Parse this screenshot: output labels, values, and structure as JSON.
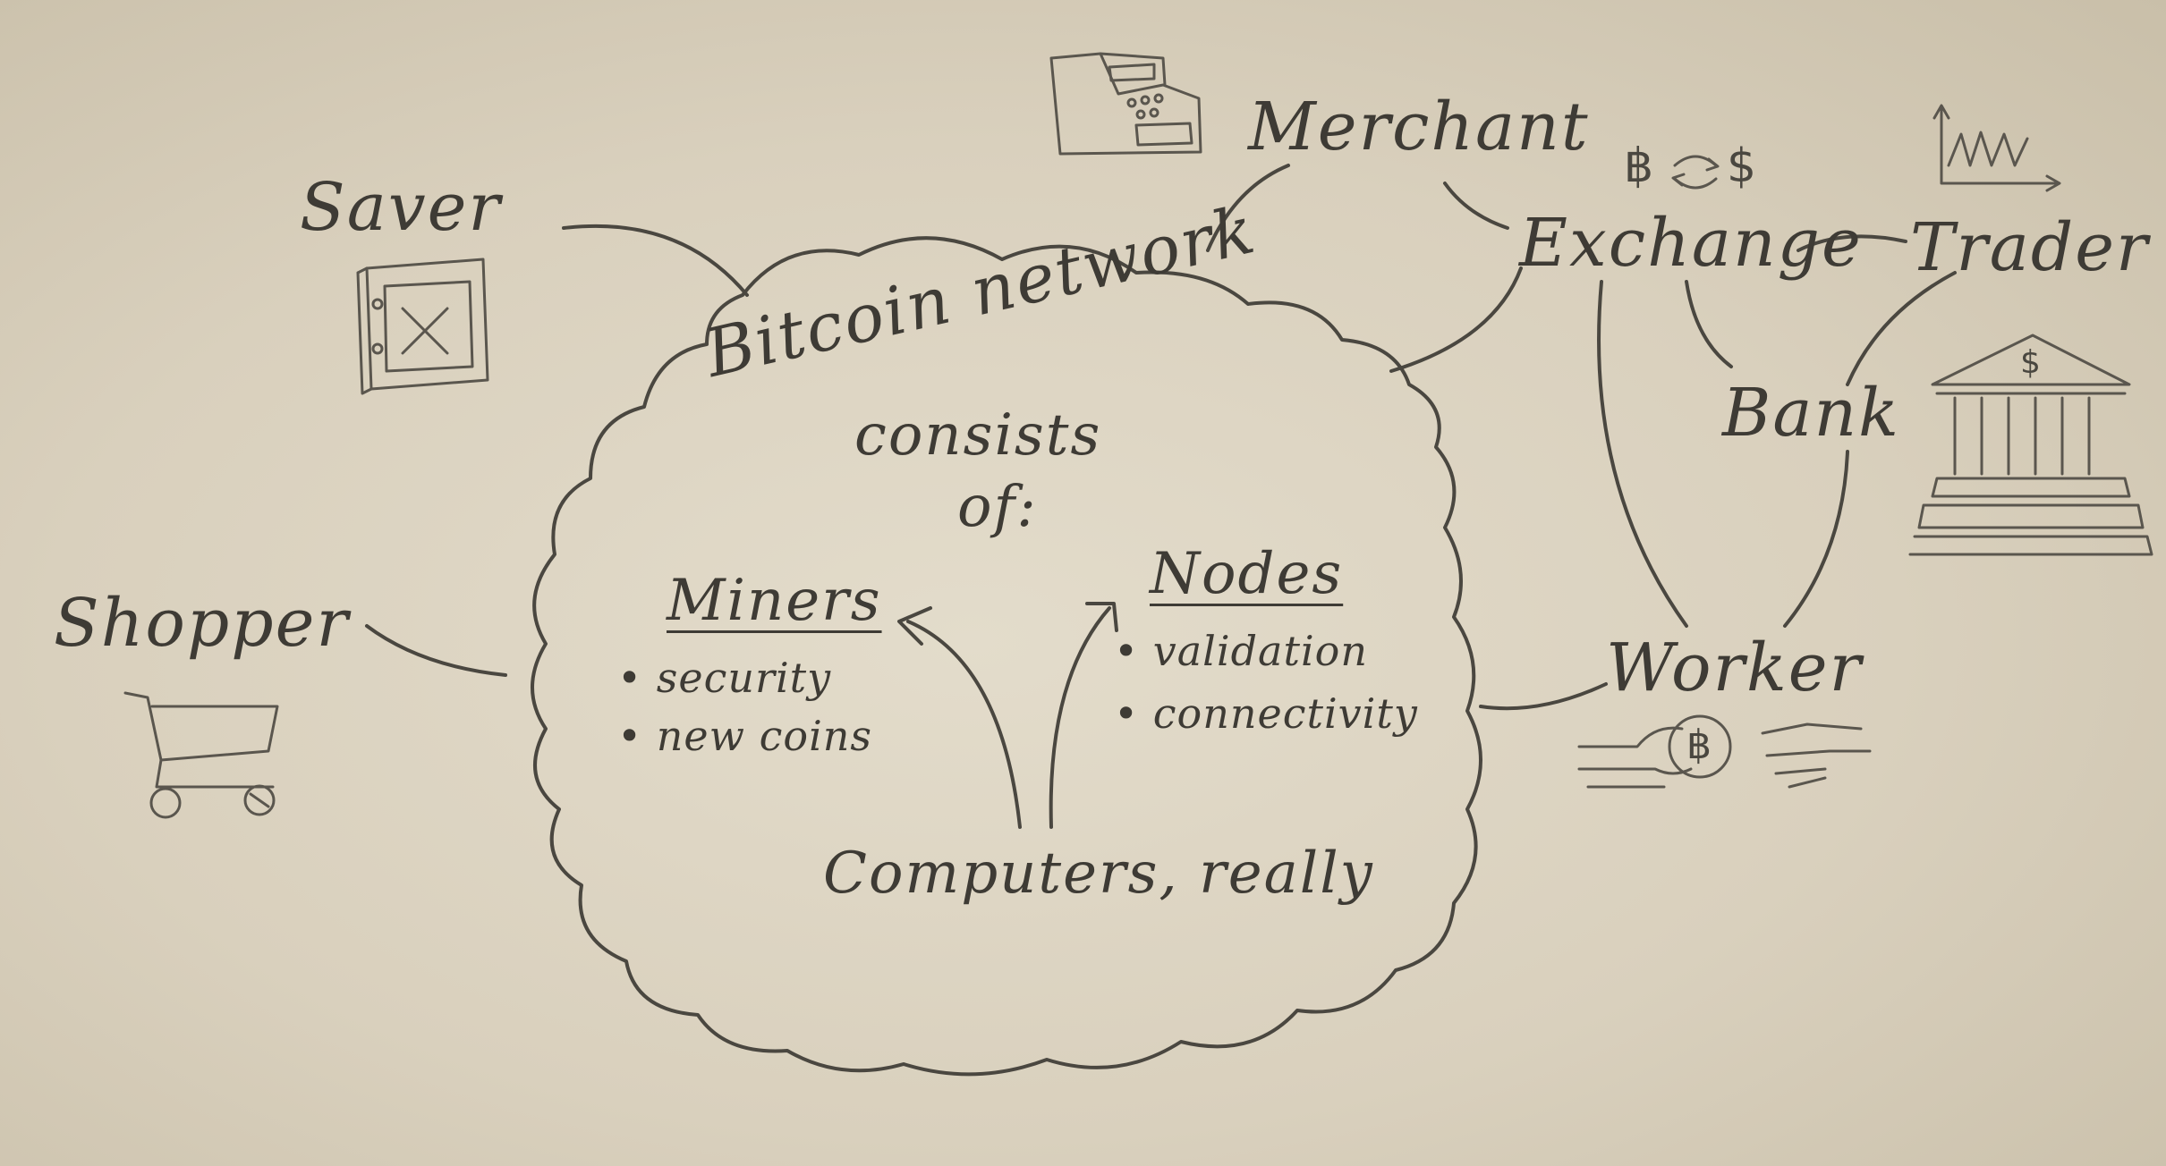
{
  "nodes": {
    "saver": "Saver",
    "merchant": "Merchant",
    "exchange": "Exchange",
    "trader": "Trader",
    "bank": "Bank",
    "shopper": "Shopper",
    "worker": "Worker"
  },
  "cloud": {
    "title": "Bitcoin network",
    "consists": "consists",
    "of": "of:",
    "miners": {
      "heading": "Miners",
      "items": [
        "security",
        "new coins"
      ]
    },
    "nodes": {
      "heading": "Nodes",
      "items": [
        "validation",
        "connectivity"
      ]
    },
    "footer": "Computers, really"
  },
  "icons": {
    "saver": "safe-icon",
    "merchant": "cash-register-icon",
    "exchange": "currency-exchange-icon",
    "trader": "price-chart-icon",
    "bank": "bank-building-icon",
    "shopper": "shopping-cart-icon",
    "worker": "bitcoin-payment-hands-icon"
  },
  "exchange_symbols": {
    "left": "฿",
    "cycle": "⟲",
    "right": "$"
  },
  "bank_symbol": "$",
  "worker_coin": "฿",
  "colors": {
    "paper": "#ddd5c3",
    "ink": "#4a4740"
  }
}
